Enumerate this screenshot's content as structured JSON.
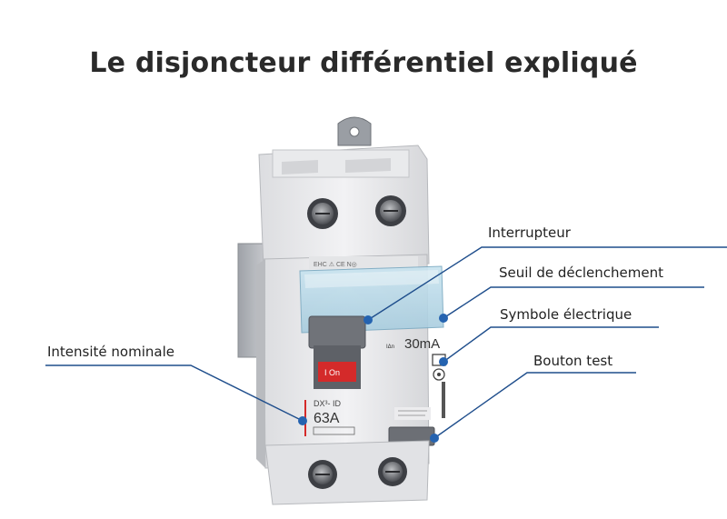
{
  "title": "Le disjoncteur différentiel expliqué",
  "labels": {
    "interrupteur": "Interrupteur",
    "seuil": "Seuil de déclenchement",
    "symbole": "Symbole électrique",
    "bouton_test": "Bouton test",
    "intensite": "Intensité nominale"
  },
  "device": {
    "sensitivity": "30mA",
    "model": "DX³- ID",
    "rating": "63A",
    "lever_text": "I  On"
  },
  "colors": {
    "accent": "#1f4e8c",
    "dot": "#2563b0",
    "line": "#1f4e8c",
    "lever_red": "#d42a2a"
  }
}
